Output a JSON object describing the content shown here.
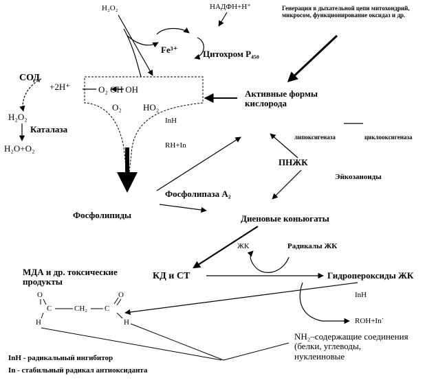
{
  "labels": {
    "h2o2_top": "H₂O₂",
    "nadph": "НАДФН+Н⁺",
    "generation": "Генерация в дыхательной цепи митохондрий, микросом, функционирование оксидаз и др.",
    "fe": "Fe³⁺",
    "cytochrome": "Цитохром P₄₅₀",
    "sod": "СОД",
    "h_plus": "+2H⁺",
    "o2_oh_oh": "O₂  OH  OH",
    "o2": "O₂",
    "ho2": "HO₂",
    "afk": "Активные формы кислорода",
    "h2o2_left": "H₂O₂",
    "catalase": "Каталаза",
    "h2o_o2": "H₂O+O₂",
    "inh_mid": "InH",
    "rh_in": "RH+In",
    "lipoxygenase": "липоксигеназа",
    "cyclooxygenase": "циклооксигеназа",
    "pufa": "ПНЖК",
    "eicosanoids": "Эйкозаноиды",
    "phospholipase": "Фосфолипаза A₂",
    "phospholipids": "Фосфолипиды",
    "diene": "Диеновые коньюгаты",
    "fa": "ЖК",
    "fa_radicals": "Радикалы ЖК",
    "mda": "МДА и др. токсические продукты",
    "kd_st": "КД и СТ",
    "hydroperox": "Гидропероксиды ЖК",
    "inh_right": "InH",
    "roh": "ROH+In˙",
    "nh2": "NH₂–содержащие соединения (белки, углеводы, нуклеиновые",
    "legend_inh": "InH - радикальный ингибитор",
    "legend_in": "In - стабильный радикал антиоксиданта"
  },
  "formula": {
    "o_left": "O",
    "c_left": "C",
    "h_left": "H",
    "ch2": "CH₂",
    "c_right": "C",
    "o_right": "O",
    "h_right": "H"
  }
}
